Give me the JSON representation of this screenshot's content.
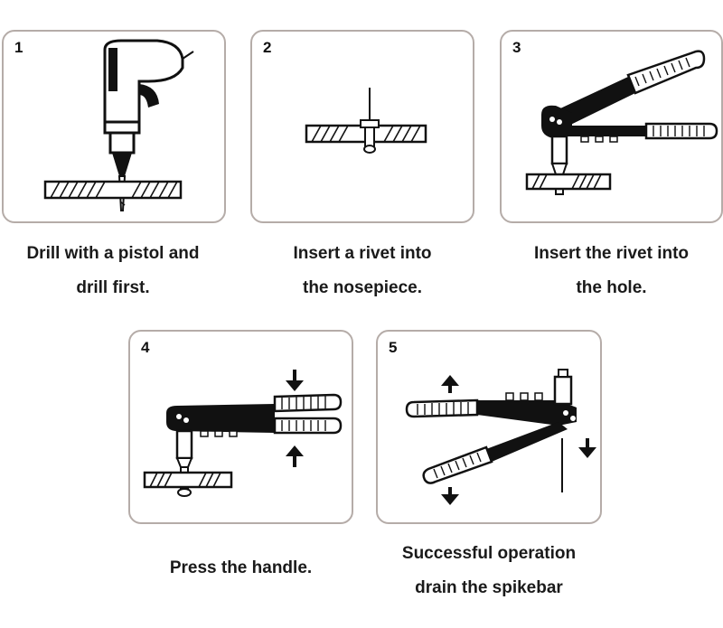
{
  "steps": [
    {
      "number": "1",
      "caption_line1": "Drill with a pistol and",
      "caption_line2": "drill first.",
      "icon": "drill-icon"
    },
    {
      "number": "2",
      "caption_line1": "Insert a rivet into",
      "caption_line2": "the nosepiece.",
      "icon": "rivet-icon"
    },
    {
      "number": "3",
      "caption_line1": "Insert the rivet into",
      "caption_line2": "the hole.",
      "icon": "rivet-gun-icon"
    },
    {
      "number": "4",
      "caption_line1": "Press the handle.",
      "icon": "rivet-gun-press-icon"
    },
    {
      "number": "5",
      "caption_line1": "Successful operation",
      "caption_line2": "drain the spikebar",
      "icon": "rivet-gun-release-icon"
    }
  ],
  "colors": {
    "border": "#b5aca8",
    "ink": "#111111"
  }
}
